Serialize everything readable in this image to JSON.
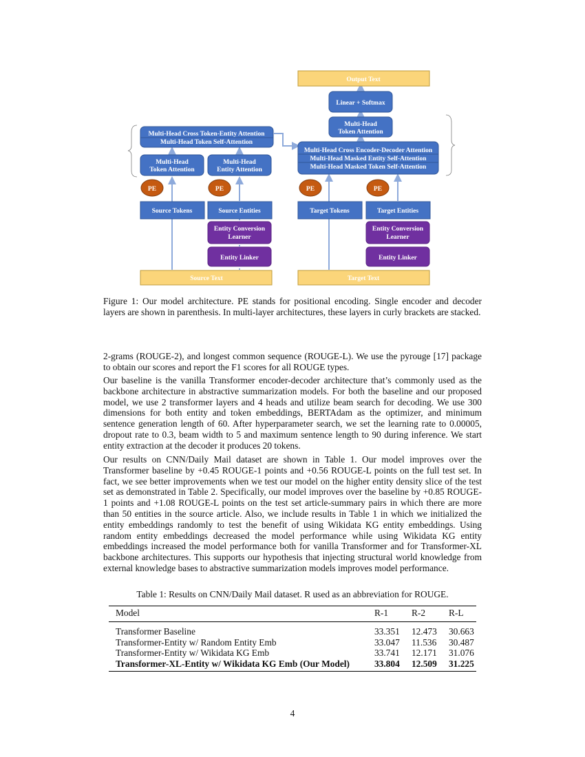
{
  "figure": {
    "output_text": "Output Text",
    "linear_softmax": "Linear + Softmax",
    "dec_token_attn": [
      "Multi-Head",
      "Token Attention"
    ],
    "dec_cross": [
      "Multi-Head Cross Encoder-Decoder Attention",
      "Multi-Head Masked Entity Self-Attention",
      "Multi-Head Masked Token Self-Attention"
    ],
    "enc_cross": [
      "Multi-Head Cross Token-Entity Attention",
      "Multi-Head Token Self-Attention"
    ],
    "enc_token_attn": [
      "Multi-Head",
      "Token Attention"
    ],
    "enc_entity_attn": [
      "Multi-Head",
      "Entity Attention"
    ],
    "pe": "PE",
    "source_tokens": "Source Tokens",
    "source_entities": "Source Entities",
    "target_tokens": "Target Tokens",
    "target_entities": "Target Entities",
    "entity_conversion": [
      "Entity Conversion",
      "Learner"
    ],
    "entity_linker": "Entity Linker",
    "source_text": "Source Text",
    "target_text": "Target Text"
  },
  "caption": "Figure 1: Our model architecture. PE stands for positional encoding. Single encoder and decoder layers are shown in parenthesis. In multi-layer architectures, these layers in curly brackets are stacked.",
  "paragraphs": [
    "2-grams (ROUGE-2), and longest common sequence (ROUGE-L). We use the pyrouge [17] package to obtain our scores and report the F1 scores for all ROUGE types.",
    "Our baseline is the vanilla Transformer encoder-decoder architecture that’s commonly used as the backbone architecture in abstractive summarization models. For both the baseline and our proposed model, we use 2 transformer layers and 4 heads and utilize beam search for decoding. We use 300 dimensions for both entity and token embeddings, BERTAdam as the optimizer, and minimum sentence generation length of 60. After hyperparameter search, we set the learning rate to 0.00005, dropout rate to 0.3, beam width to 5 and maximum sentence length to 90 during inference. We start entity extraction at the decoder it produces 20 tokens.",
    "Our results on CNN/Daily Mail dataset are shown in Table 1. Our model improves over the Transformer baseline by +0.45 ROUGE-1 points and +0.56 ROUGE-L points on the full test set. In fact, we see better improvements when we test our model on the higher entity density slice of the test set as demonstrated in Table 2. Specifically, our model improves over the baseline by +0.85 ROUGE-1 points and +1.08 ROUGE-L points on the test set article-summary pairs in which there are more than 50 entities in the source article. Also, we include results in Table 1 in which we initialized the entity embeddings randomly to test the benefit of using Wikidata KG entity embeddings. Using random entity embeddings decreased the model performance while using Wikidata KG entity embeddings increased the model performance both for vanilla Transformer and for Transformer-XL backbone architectures. This supports our hypothesis that injecting structural world knowledge from external knowledge bases to abstractive summarization models improves model performance."
  ],
  "table": {
    "caption": "Table 1: Results on CNN/Daily Mail dataset. R used as an abbreviation for ROUGE.",
    "headers": [
      "Model",
      "R-1",
      "R-2",
      "R-L"
    ],
    "rows": [
      [
        "Transformer Baseline",
        "33.351",
        "12.473",
        "30.663"
      ],
      [
        "Transformer-Entity w/ Random Entity Emb",
        "33.047",
        "11.536",
        "30.487"
      ],
      [
        "Transformer-Entity w/ Wikidata KG Emb",
        "33.741",
        "12.171",
        "31.076"
      ],
      [
        "Transformer-XL-Entity w/ Wikidata KG Emb (Our Model)",
        "33.804",
        "12.509",
        "31.225"
      ]
    ]
  },
  "page_number": "4"
}
